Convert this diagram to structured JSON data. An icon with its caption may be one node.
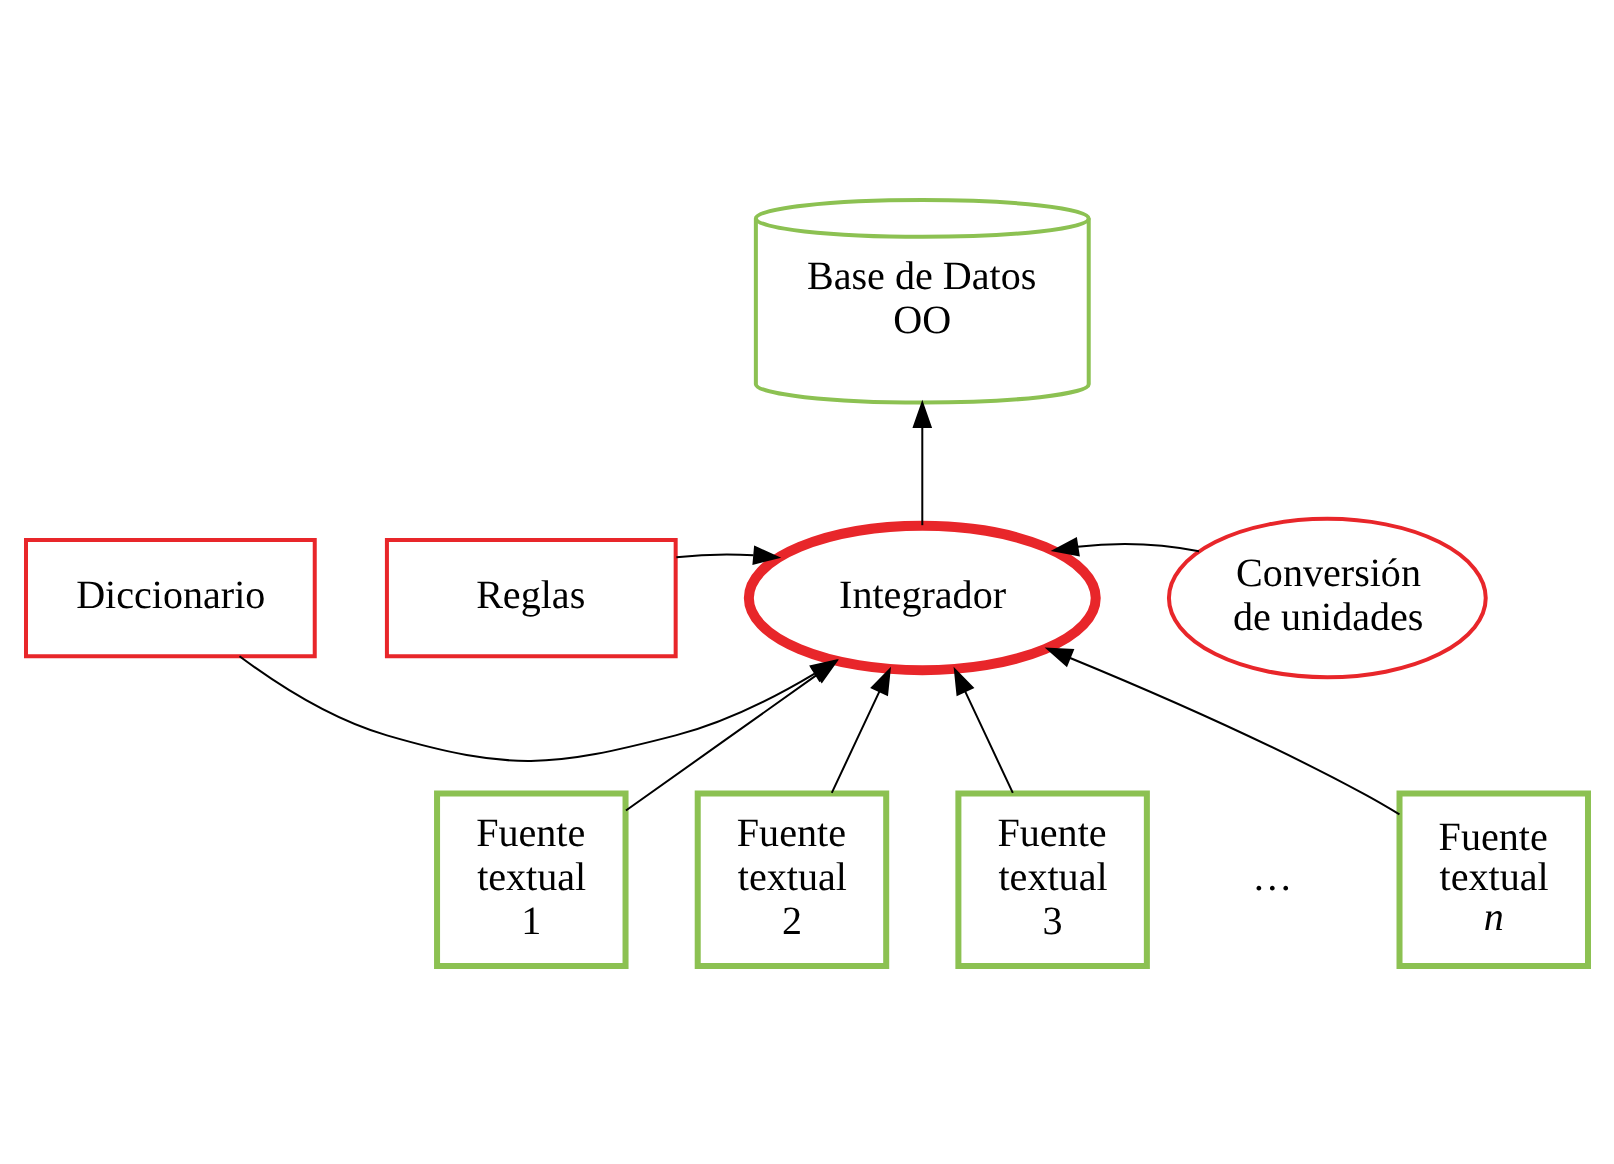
{
  "diagram": {
    "nodes": [
      {
        "text": [
          "Base de Datos OO"
        ]
      },
      {
        "text": [
          "Diccionario"
        ]
      },
      {
        "text": [
          "Integrador"
        ]
      },
      {
        "text": [
          "Reglas"
        ]
      },
      {
        "text": [
          "Conversión de unidades"
        ]
      },
      {
        "text": [
          "Fuente textual 1"
        ]
      },
      {
        "text": [
          "Fuente textual 2"
        ]
      },
      {
        "text": [
          "Fuente textual 3"
        ]
      },
      {
        "text": [
          "Fuente textual *n*"
        ]
      }
    ],
    "edges": [
      {
        "from": 2,
        "to": 0,
        "arrow": "to"
      },
      {
        "from": 1,
        "to": 2,
        "arrow": "to"
      },
      {
        "from": 3,
        "to": 2,
        "arrow": "to"
      },
      {
        "from": 4,
        "to": 2,
        "arrow": "to"
      },
      {
        "from": 5,
        "to": 2,
        "arrow": "to"
      },
      {
        "from": 6,
        "to": 2,
        "arrow": "to"
      },
      {
        "from": 7,
        "to": 2,
        "arrow": "to"
      },
      {
        "from": 8,
        "to": 2,
        "arrow": "to"
      }
    ],
    "labels": [
      "…"
    ]
  }
}
